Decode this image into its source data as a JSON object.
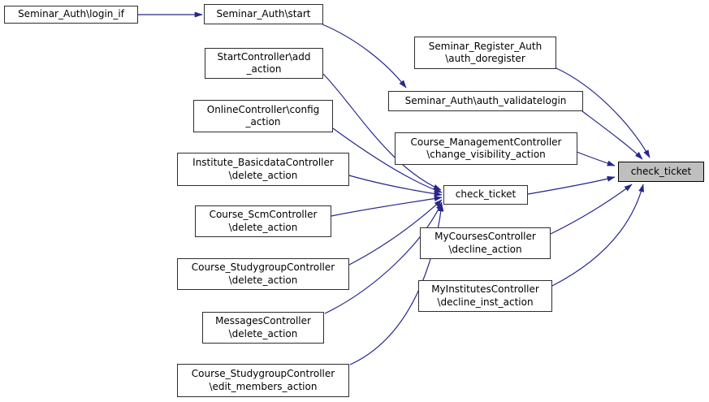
{
  "diagram": {
    "kind": "caller-graph",
    "target_function": "check_ticket",
    "colors": {
      "background": "#ffffff",
      "edge": "#26268D",
      "node_fill": "#ffffff",
      "node_border": "#2e2e2e",
      "highlight_fill": "#bfbfbf",
      "text": "#000000"
    },
    "nodes": [
      {
        "id": "login_if",
        "label": "Seminar_Auth\\login_if",
        "highlighted": false
      },
      {
        "id": "start",
        "label": "Seminar_Auth\\start",
        "highlighted": false
      },
      {
        "id": "add_action",
        "label": "StartController\\add\n_action",
        "highlighted": false
      },
      {
        "id": "doregister",
        "label": "Seminar_Register_Auth\n\\auth_doregister",
        "highlighted": false
      },
      {
        "id": "validatelogin",
        "label": "Seminar_Auth\\auth_validatelogin",
        "highlighted": false
      },
      {
        "id": "config_action",
        "label": "OnlineController\\config\n_action",
        "highlighted": false
      },
      {
        "id": "change_visibility",
        "label": "Course_ManagementController\n\\change_visibility_action",
        "highlighted": false
      },
      {
        "id": "institute_delete",
        "label": "Institute_BasicdataController\n\\delete_action",
        "highlighted": false
      },
      {
        "id": "check_ticket_mid",
        "label": "check_ticket",
        "highlighted": false
      },
      {
        "id": "check_ticket_main",
        "label": "check_ticket",
        "highlighted": true
      },
      {
        "id": "scm_delete",
        "label": "Course_ScmController\n\\delete_action",
        "highlighted": false
      },
      {
        "id": "mycourses_decline",
        "label": "MyCoursesController\n\\decline_action",
        "highlighted": false
      },
      {
        "id": "studygroup_delete",
        "label": "Course_StudygroupController\n\\delete_action",
        "highlighted": false
      },
      {
        "id": "myinstitutes_decline",
        "label": "MyInstitutesController\n\\decline_inst_action",
        "highlighted": false
      },
      {
        "id": "messages_delete",
        "label": "MessagesController\n\\delete_action",
        "highlighted": false
      },
      {
        "id": "studygroup_edit",
        "label": "Course_StudygroupController\n\\edit_members_action",
        "highlighted": false
      }
    ],
    "edges": [
      {
        "from": "login_if",
        "to": "start"
      },
      {
        "from": "start",
        "to": "validatelogin"
      },
      {
        "from": "doregister",
        "to": "check_ticket_main"
      },
      {
        "from": "validatelogin",
        "to": "check_ticket_main"
      },
      {
        "from": "change_visibility",
        "to": "check_ticket_main"
      },
      {
        "from": "check_ticket_mid",
        "to": "check_ticket_main"
      },
      {
        "from": "mycourses_decline",
        "to": "check_ticket_main"
      },
      {
        "from": "myinstitutes_decline",
        "to": "check_ticket_main"
      },
      {
        "from": "add_action",
        "to": "check_ticket_mid"
      },
      {
        "from": "config_action",
        "to": "check_ticket_mid"
      },
      {
        "from": "institute_delete",
        "to": "check_ticket_mid"
      },
      {
        "from": "scm_delete",
        "to": "check_ticket_mid"
      },
      {
        "from": "studygroup_delete",
        "to": "check_ticket_mid"
      },
      {
        "from": "messages_delete",
        "to": "check_ticket_mid"
      },
      {
        "from": "studygroup_edit",
        "to": "check_ticket_mid"
      }
    ]
  }
}
